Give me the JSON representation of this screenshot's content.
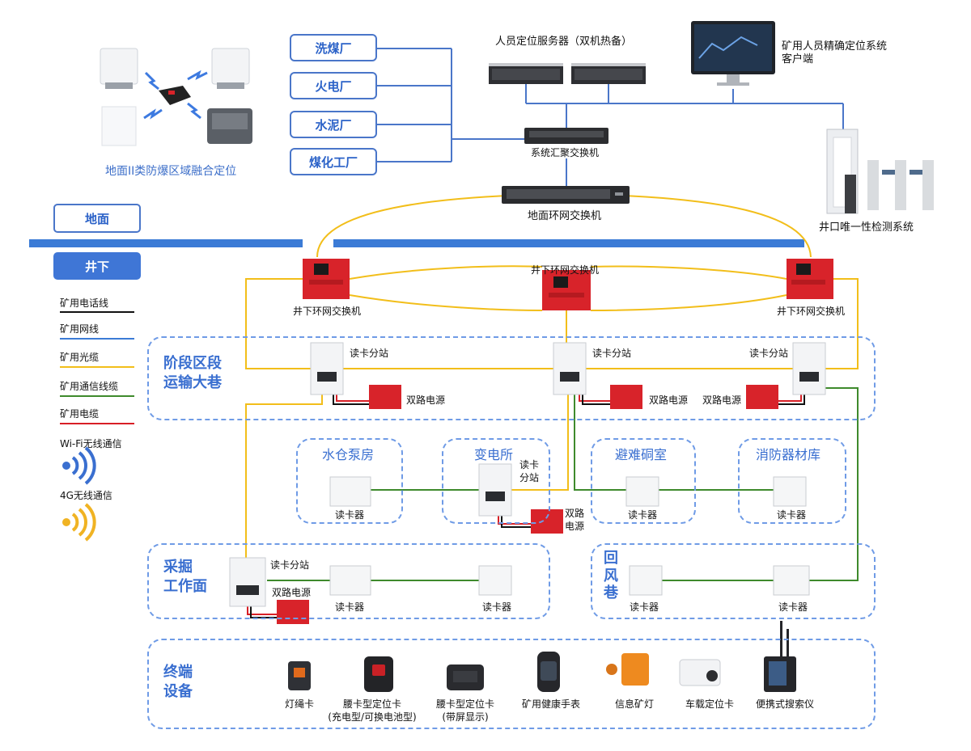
{
  "facilities": [
    "洗煤厂",
    "火电厂",
    "水泥厂",
    "煤化工厂"
  ],
  "top": {
    "server_label": "人员定位服务器（双机热备）",
    "client_label_1": "矿用人员精确定位系统",
    "client_label_2": "客户端",
    "aggregation_switch": "系统汇聚交换机",
    "ground_ring_switch": "地面环网交换机",
    "gate_system": "井口唯一性检测系统",
    "explosion_zone": "地面II类防爆区域融合定位"
  },
  "layers": {
    "ground": "地面",
    "underground": "井下"
  },
  "ring_switches": [
    "井下环网交换机",
    "井下环网交换机",
    "井下环网交换机"
  ],
  "legend": [
    {
      "label": "矿用电话线",
      "color": "#111111"
    },
    {
      "label": "矿用网线",
      "color": "#3b7bd6"
    },
    {
      "label": "矿用光缆",
      "color": "#f2be1a"
    },
    {
      "label": "矿用通信线缆",
      "color": "#3e8a2c"
    },
    {
      "label": "矿用电缆",
      "color": "#d81f26"
    }
  ],
  "wireless": {
    "wifi": "Wi-Fi无线通信",
    "lte": "4G无线通信"
  },
  "zones": {
    "transport": "阶段区段\n运输大巷",
    "pump": "水仓泵房",
    "substation": "变电所",
    "refuge": "避难硐室",
    "fire": "消防器材库",
    "mining": "采掘\n工作面",
    "return_air": "回\n风\n巷",
    "terminal": "终端\n设备"
  },
  "device_labels": {
    "substation_reader": "读卡分站",
    "dual_power": "双路电源",
    "reader": "读卡器",
    "sub_reader_split_1": "读卡",
    "sub_reader_split_2": "分站",
    "sub_power_split_1": "双路",
    "sub_power_split_2": "电源"
  },
  "terminals": [
    {
      "label": "灯绳卡",
      "sub": ""
    },
    {
      "label": "腰卡型定位卡",
      "sub": "(充电型/可换电池型)"
    },
    {
      "label": "腰卡型定位卡",
      "sub": "(带屏显示)"
    },
    {
      "label": "矿用健康手表",
      "sub": ""
    },
    {
      "label": "信息矿灯",
      "sub": ""
    },
    {
      "label": "车载定位卡",
      "sub": ""
    },
    {
      "label": "便携式搜索仪",
      "sub": ""
    }
  ],
  "colors": {
    "accent": "#3d6fc9",
    "fiber": "#f2be1a",
    "network": "#4a76c9",
    "comm": "#3e8a2c",
    "power": "#d81f26",
    "device_red": "#d8232a"
  }
}
